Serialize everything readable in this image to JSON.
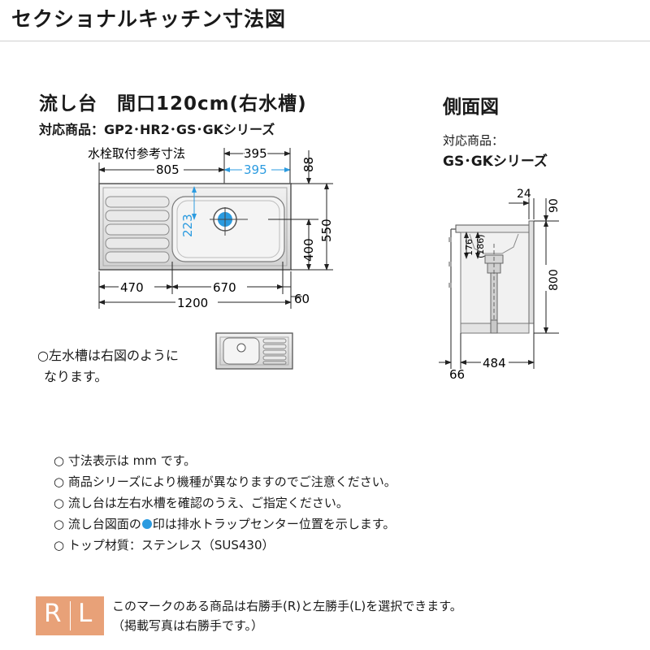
{
  "header": {
    "title": "セクショナルキッチン寸法図"
  },
  "sink_plan": {
    "title": "流し台　間口120cm(右水槽)",
    "series": "対応商品：GP2･HR2･GS･GKシリーズ",
    "faucet_ref_label": "水栓取付参考寸法",
    "dims": {
      "top_395_black": "395",
      "top_395_blue": "395",
      "top_805": "805",
      "right_88": "88",
      "right_400": "400",
      "right_550": "550",
      "drain_223": "223",
      "bottom_470": "470",
      "bottom_670": "670",
      "bottom_60": "60",
      "bottom_1200": "1200"
    }
  },
  "side_view": {
    "title": "側面図",
    "series_label": "対応商品：",
    "series": "GS･GKシリーズ",
    "dims": {
      "d_24": "24",
      "d_90": "90",
      "d_176": "176",
      "d_186": "(186)",
      "d_800": "800",
      "d_66": "66",
      "d_484": "484"
    }
  },
  "left_sink_note": {
    "line1": "○左水槽は右図のように",
    "line2": "なります。"
  },
  "notes": [
    "○ 寸法表示は mm です。",
    "○ 商品シリーズにより機種が異なりますのでご注意ください。",
    "○ 流し台は左右水槽を確認のうえ、ご指定ください。",
    "○ 流し台図面の",
    "印は排水トラップセンター位置を示します。",
    "○ トップ材質：ステンレス（SUS430）"
  ],
  "rl_mark": {
    "r": "R",
    "l": "L",
    "line1": "このマークのある商品は右勝手(R)と左勝手(L)を選択できます。",
    "line2": "（掲載写真は右勝手です。）"
  },
  "colors": {
    "accent_blue": "#2b9be0",
    "badge_orange": "#e8a178",
    "line": "#222222"
  }
}
